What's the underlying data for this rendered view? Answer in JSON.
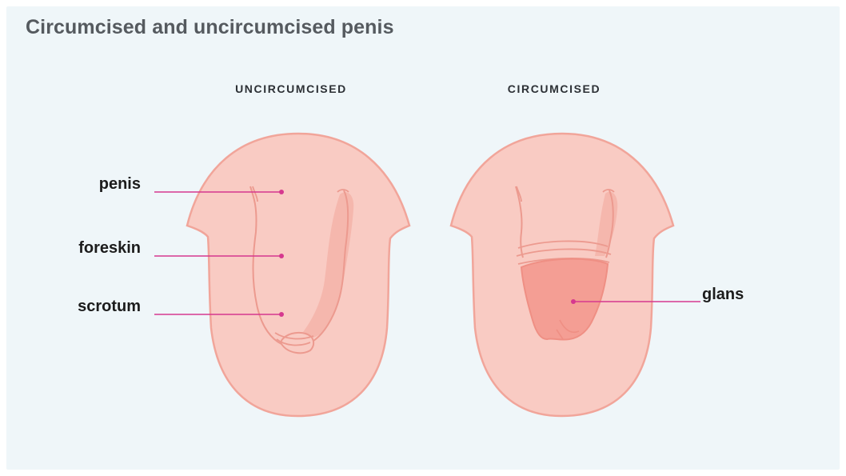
{
  "title": "Circumcised and uncircumcised penis",
  "headings": {
    "left": "UNCIRCUMCISED",
    "right": "CIRCUMCISED"
  },
  "labels": {
    "penis": "penis",
    "foreskin": "foreskin",
    "scrotum": "scrotum",
    "glans": "glans"
  },
  "colors": {
    "background": "#eff6f9",
    "skin": "#f9cbc3",
    "outline": "#ee9d92",
    "glans": "#f49e94",
    "leader_line": "#d6388f"
  }
}
